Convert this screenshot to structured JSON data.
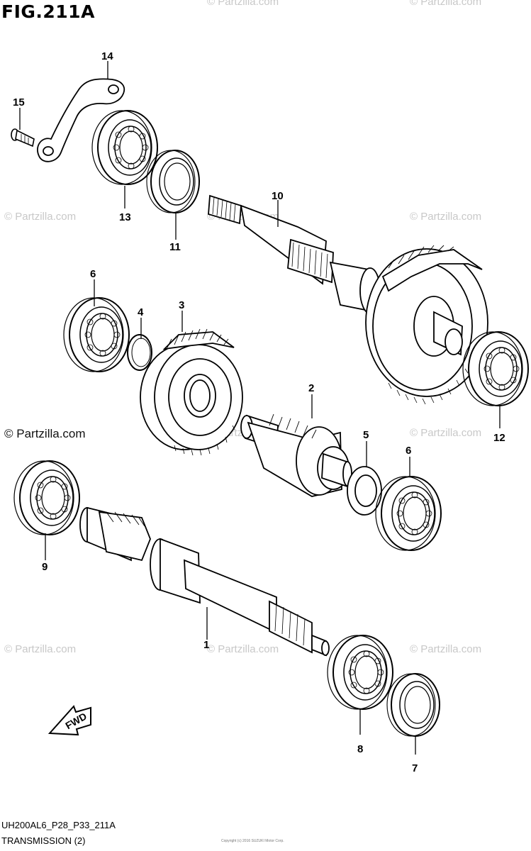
{
  "figure": {
    "title": "FIG.211A",
    "model_code": "UH200AL6_P28_P33_211A",
    "section": "TRANSMISSION (2)",
    "fwd_label": "FWD",
    "watermark": "© Partzilla.com",
    "footer_tiny": "Copyright (c) 2016 SUZUKI Motor Corp."
  },
  "callouts": {
    "c1": "1",
    "c2": "2",
    "c3": "3",
    "c4": "4",
    "c5": "5",
    "c6a": "6",
    "c6b": "6",
    "c7": "7",
    "c8": "8",
    "c9": "9",
    "c10": "10",
    "c11": "11",
    "c12": "12",
    "c13": "13",
    "c14": "14",
    "c15": "15"
  },
  "colors": {
    "line": "#000000",
    "watermark": "#c8c8c8",
    "background": "#ffffff"
  }
}
